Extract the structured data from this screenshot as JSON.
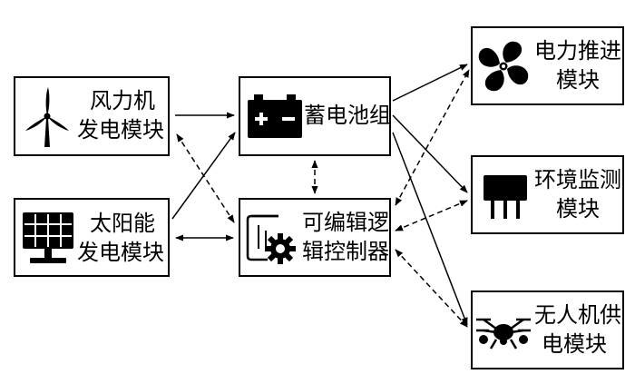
{
  "nodes": {
    "wind": {
      "line1": "风力机",
      "line2": "发电模块"
    },
    "solar": {
      "line1": "太阳能",
      "line2": "发电模块"
    },
    "battery": {
      "line1": "蓄电池组"
    },
    "plc": {
      "line1": "可编辑逻",
      "line2": "辑控制器"
    },
    "propulsion": {
      "line1": "电力推进",
      "line2": "模块"
    },
    "env": {
      "line1": "环境监测",
      "line2": "模块"
    },
    "drone": {
      "line1": "无人机供",
      "line2": "电模块"
    }
  },
  "icons": {
    "wind": "wind-turbine-icon",
    "solar": "solar-panel-icon",
    "battery": "battery-icon",
    "plc": "controller-gear-icon",
    "propulsion": "propeller-icon",
    "env": "sensor-chip-icon",
    "drone": "drone-icon"
  },
  "edges": [
    {
      "from": "wind",
      "to": "battery",
      "style": "solid",
      "arrow": "end"
    },
    {
      "from": "wind",
      "to": "plc",
      "style": "dashed",
      "arrow": "both"
    },
    {
      "from": "solar",
      "to": "battery",
      "style": "solid",
      "arrow": "end"
    },
    {
      "from": "solar",
      "to": "plc",
      "style": "solid",
      "arrow": "both"
    },
    {
      "from": "battery",
      "to": "plc",
      "style": "dashed",
      "arrow": "both"
    },
    {
      "from": "battery",
      "to": "propulsion",
      "style": "solid",
      "arrow": "end"
    },
    {
      "from": "battery",
      "to": "env",
      "style": "solid",
      "arrow": "end"
    },
    {
      "from": "battery",
      "to": "drone",
      "style": "solid",
      "arrow": "end"
    },
    {
      "from": "plc",
      "to": "propulsion",
      "style": "dashed",
      "arrow": "both"
    },
    {
      "from": "plc",
      "to": "env",
      "style": "dashed",
      "arrow": "both"
    },
    {
      "from": "plc",
      "to": "drone",
      "style": "dashed",
      "arrow": "both"
    }
  ],
  "colors": {
    "stroke": "#000000",
    "background": "#ffffff"
  }
}
